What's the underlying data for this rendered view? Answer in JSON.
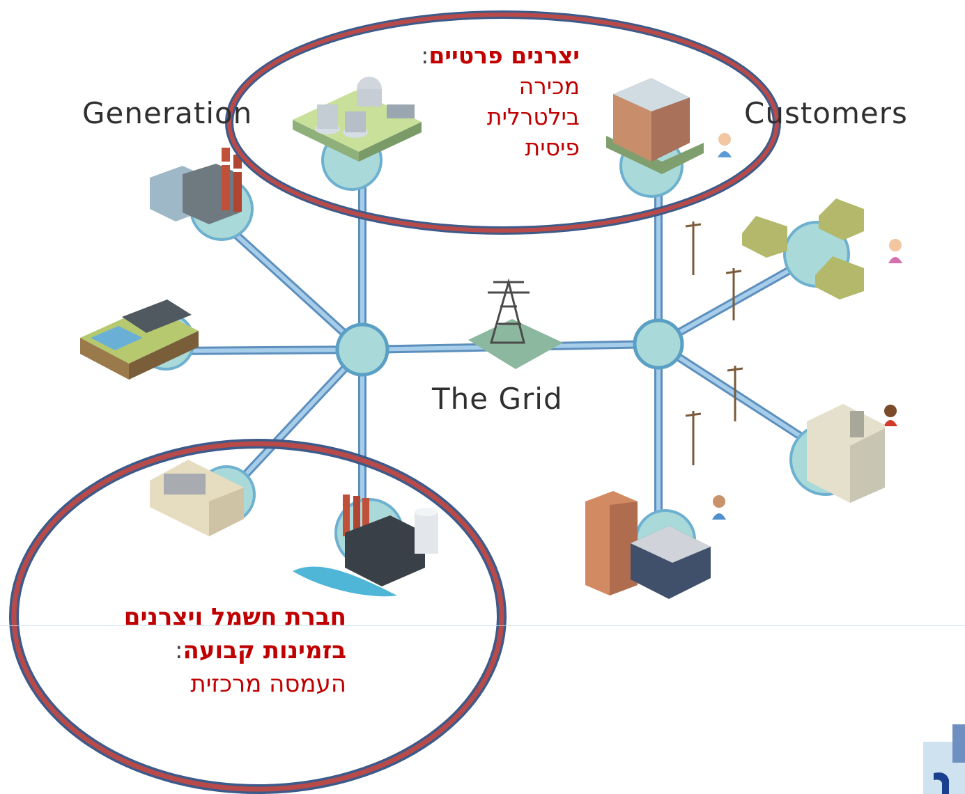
{
  "labels": {
    "generation": "Generation",
    "customers": "Customers",
    "grid": "The Grid"
  },
  "callout_private": {
    "heading": "יצרנים פרטיים",
    "colon": ":",
    "lines": [
      "מכירה",
      "בילטרלית",
      "פיסית"
    ]
  },
  "callout_central": {
    "heading_line1": "חברת חשמל ויצרנים",
    "heading_line2": "בזמינות קבועה",
    "colon": ":",
    "line": "העמסה מרכזית"
  },
  "colors": {
    "link": "#9cc3de",
    "node_fill": "#a9d9d9",
    "node_stroke": "#5a9fc4",
    "ellipse_fill": "#b94a4a",
    "ellipse_stroke": "#3c5a8a",
    "callout_text": "#c00000"
  },
  "icons": [
    "power-plant-icon",
    "nuclear-plant-icon",
    "factory-icon",
    "office-building-icon",
    "house-icon",
    "transmission-tower-icon",
    "utility-pole-icon",
    "person-icon",
    "emblem-logo-icon"
  ]
}
